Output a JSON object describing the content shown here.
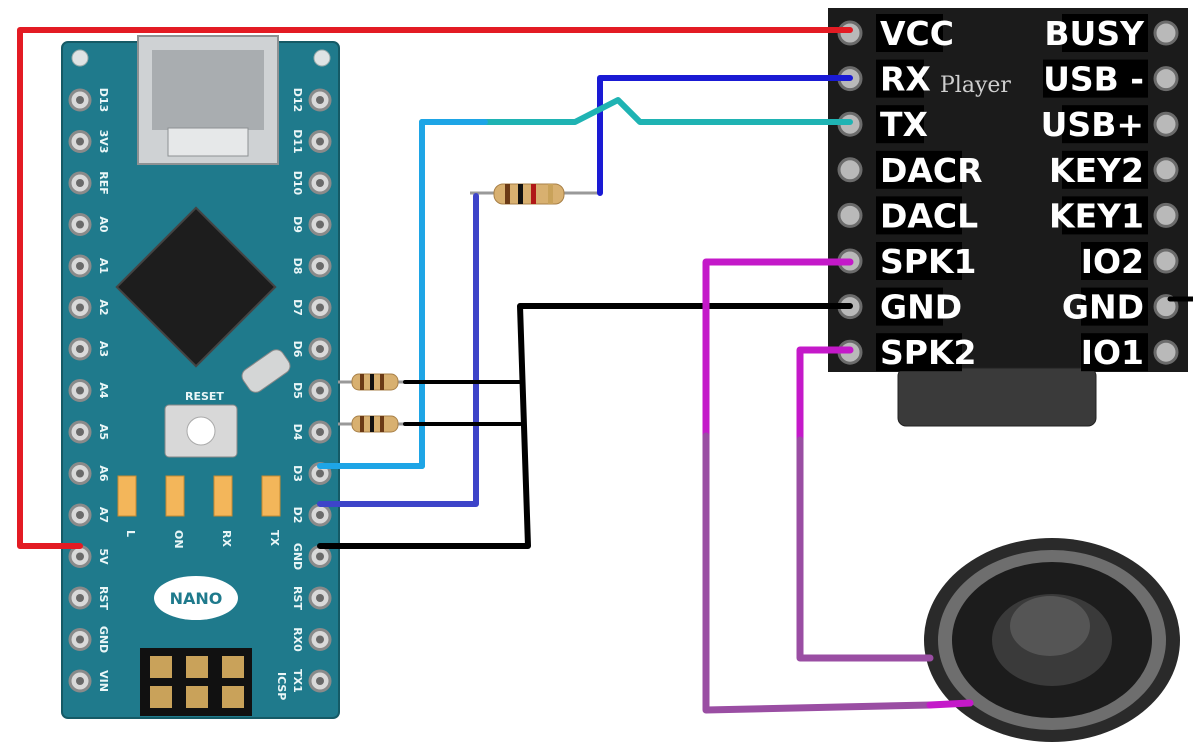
{
  "nano": {
    "left_pins": [
      "D13",
      "3V3",
      "REF",
      "A0",
      "A1",
      "A2",
      "A3",
      "A4",
      "A5",
      "A6",
      "A7",
      "5V",
      "RST",
      "GND",
      "VIN"
    ],
    "right_pins": [
      "D12",
      "D11",
      "D10",
      "D9",
      "D8",
      "D7",
      "D6",
      "D5",
      "D4",
      "D3",
      "D2",
      "GND",
      "RST",
      "RX0",
      "TX1"
    ],
    "reset_label": "RESET",
    "led_labels": [
      "L",
      "ON",
      "RX",
      "TX"
    ],
    "logo": "NANO",
    "icsp_label": "ICSP"
  },
  "player": {
    "left_pins": [
      "VCC",
      "RX",
      "TX",
      "DACR",
      "DACL",
      "SPK1",
      "GND",
      "SPK2"
    ],
    "right_pins": [
      "BUSY",
      "USB -",
      "USB+",
      "KEY2",
      "KEY1",
      "IO2",
      "GND",
      "IO1"
    ],
    "silk_text": "Player"
  },
  "colors": {
    "board": "#1f7a8c",
    "red_wire": "#e31b23",
    "blue_wire": "#1a1ad4",
    "teal_wire": "#1fb3b3",
    "lightblue_wire": "#1ea5e6",
    "indigo_wire": "#3d44c9",
    "black_wire": "#000000",
    "magenta_wire": "#c419c9",
    "purple_wire": "#9a4ea3"
  }
}
